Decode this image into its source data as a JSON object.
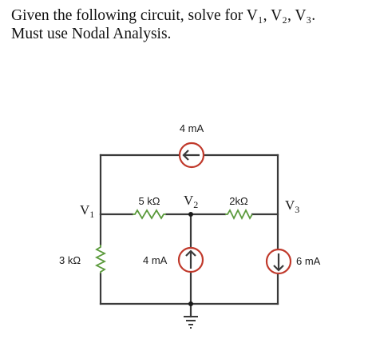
{
  "problem": {
    "line1": "Given the following circuit, solve for V₁, V₂, V₃.",
    "line2": "Must use Nodal Analysis."
  },
  "circuit": {
    "colors": {
      "wire": "#3a3a3a",
      "resistor": "#5b9a3c",
      "source": "#c0392b"
    },
    "nodes": {
      "v1": {
        "name": "V",
        "sub": "1"
      },
      "v2": {
        "name": "V",
        "sub": "2"
      },
      "v3": {
        "name": "V",
        "sub": "3"
      }
    },
    "components": {
      "top_source": "4 mA",
      "r_5k": "5 kΩ",
      "r_2k": "2kΩ",
      "r_3k": "3 kΩ",
      "mid_source": "4 mA",
      "right_source": "6 mA"
    },
    "icons": {
      "top_source": "current-source-arrow-left",
      "mid_source": "current-source-arrow-up",
      "right_source": "current-source-arrow-down",
      "ground": "ground-symbol"
    }
  }
}
